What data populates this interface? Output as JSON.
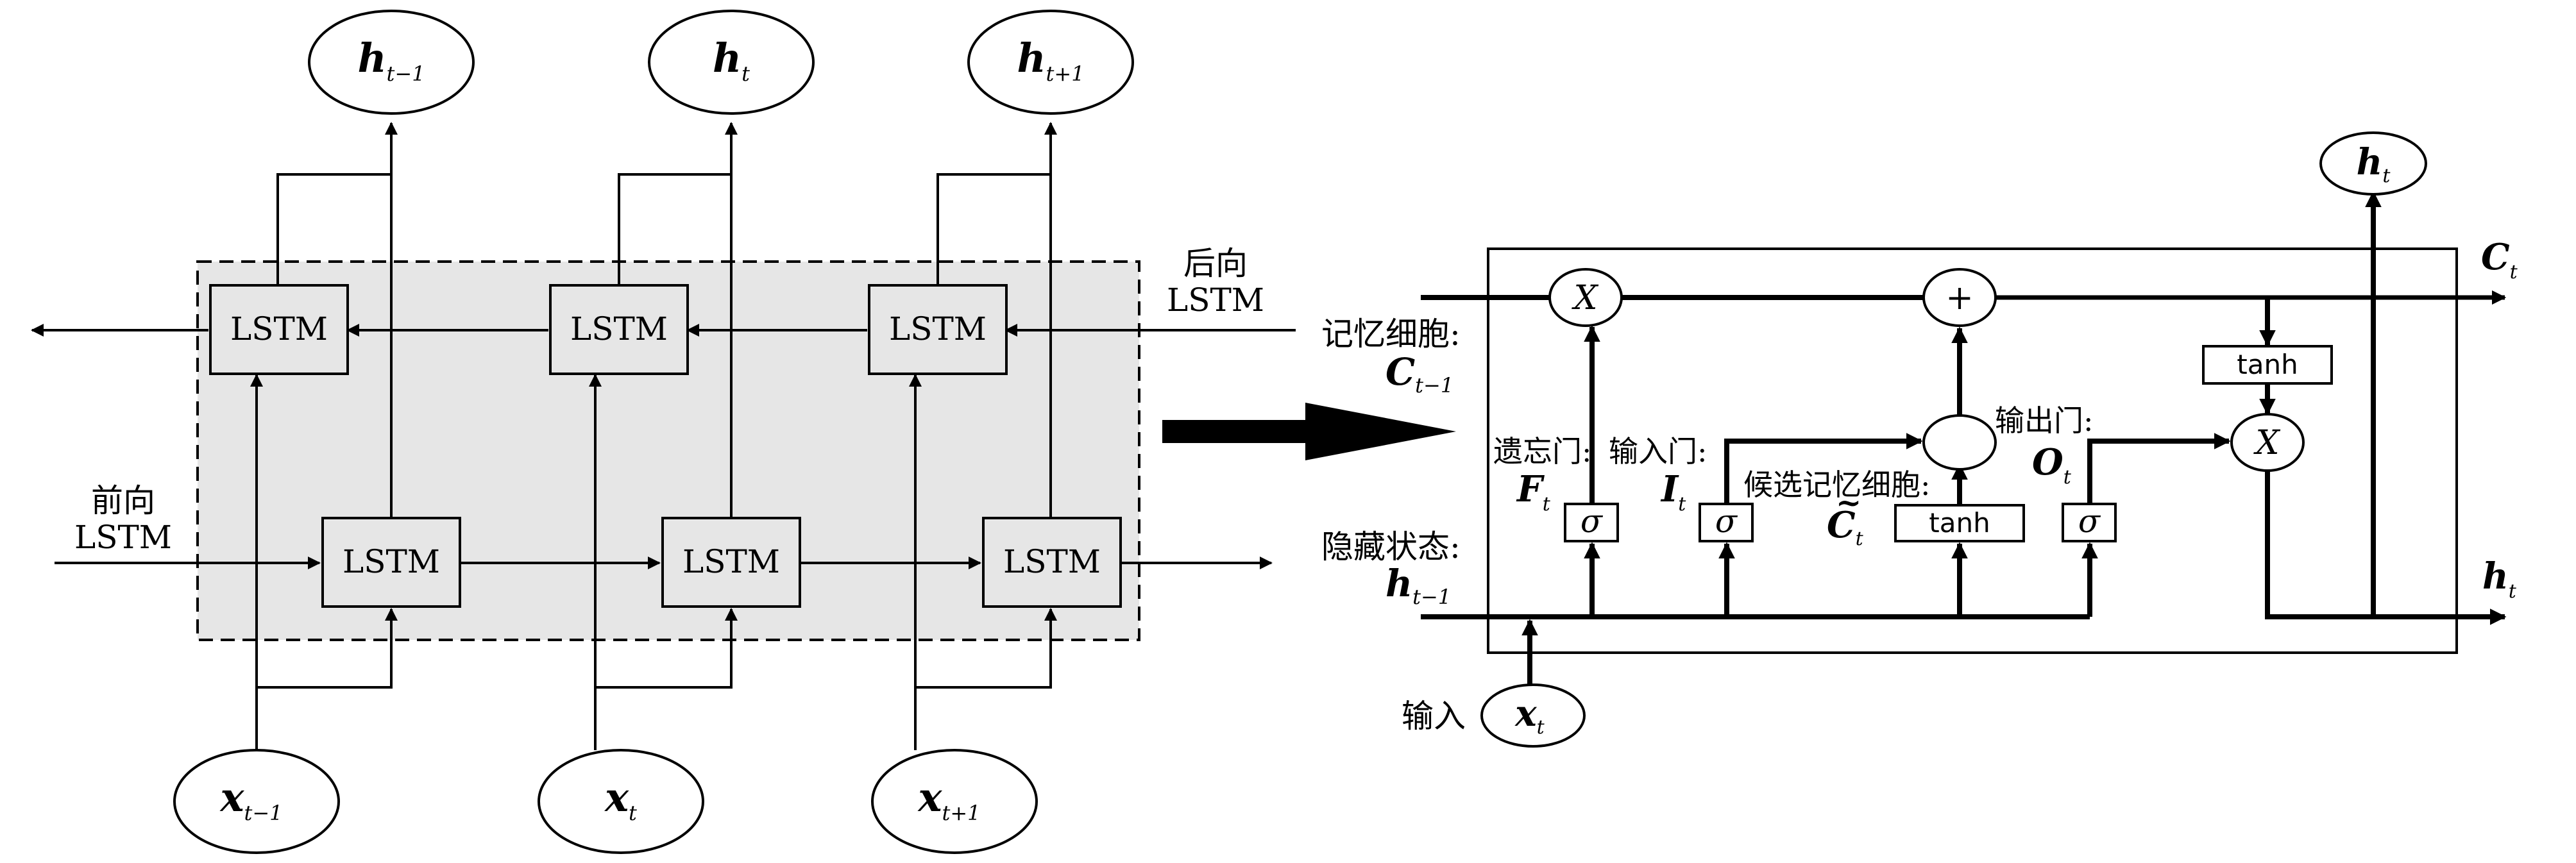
{
  "lstm_label": "LSTM",
  "left": {
    "forward_label": [
      "前向",
      "LSTM"
    ],
    "backward_label": [
      "后向",
      "LSTM"
    ],
    "outputs": [
      {
        "main": "h",
        "sub": "t−1"
      },
      {
        "main": "h",
        "sub": "t"
      },
      {
        "main": "h",
        "sub": "t+1"
      }
    ],
    "inputs": [
      {
        "main": "x",
        "sub": "t−1"
      },
      {
        "main": "x",
        "sub": "t"
      },
      {
        "main": "x",
        "sub": "t+1"
      }
    ]
  },
  "right": {
    "memory_cell_label": "记忆细胞:",
    "c_prev": {
      "main": "C",
      "sub": "t−1"
    },
    "hidden_state_label": "隐藏状态:",
    "h_prev": {
      "main": "h",
      "sub": "t−1"
    },
    "input_label": "输入",
    "x_in": {
      "main": "x",
      "sub": "t"
    },
    "forget_gate_label": "遗忘门:",
    "f_t": {
      "main": "F",
      "sub": "t"
    },
    "input_gate_label": "输入门:",
    "i_t": {
      "main": "I",
      "sub": "t"
    },
    "candidate_label": "候选记忆细胞:",
    "c_tilde": {
      "main": "C",
      "accent": "~",
      "sub": "t"
    },
    "output_gate_label": "输出门:",
    "o_t": {
      "main": "O",
      "sub": "t"
    },
    "sigma": "σ",
    "tanh": "tanh",
    "mult": "X",
    "plus": "+",
    "c_out": {
      "main": "C",
      "sub": "t"
    },
    "h_out": {
      "main": "h",
      "sub": "t"
    },
    "h_top": {
      "main": "h",
      "sub": "t"
    }
  }
}
